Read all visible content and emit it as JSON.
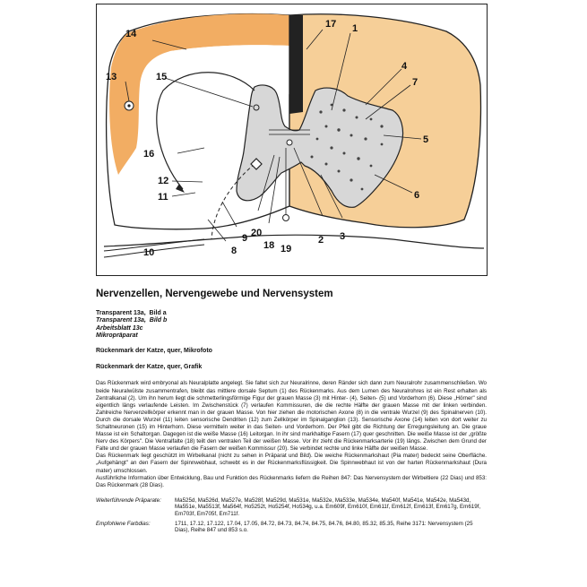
{
  "figure": {
    "labels": [
      "1",
      "2",
      "3",
      "4",
      "5",
      "6",
      "7",
      "8",
      "9",
      "10",
      "11",
      "12",
      "13",
      "14",
      "15",
      "16",
      "17",
      "18",
      "19",
      "20"
    ]
  },
  "title": "Nervenzellen, Nervengewebe und Nervensystem",
  "transparents": [
    {
      "lead": "Transparent 13a,",
      "rest": "Bild a",
      "style": "b"
    },
    {
      "lead": "Transparent 13a,",
      "rest": "Bild b",
      "style": "bi"
    },
    {
      "lead": "Arbeitsblatt 13c",
      "rest": "",
      "style": "bi"
    },
    {
      "lead": "Mikropräparat",
      "rest": "",
      "style": "bi"
    }
  ],
  "subtitles": [
    "Rückenmark der Katze, quer, Mikrofoto",
    "Rückenmark der Katze, quer, Grafik"
  ],
  "body": [
    "Das Rückenmark wird embryonal als Neuralplatte angelegt. Sie faltet sich zur Neuralrinne, deren Ränder sich dann zum Neuralrohr zusammenschließen. Wo beide Neuralwülste zusammentrafen, bleibt das mittlere dorsale Septum (1) des Rückenmarks. Aus dem Lumen des Neuralrohres ist ein Rest erhalten als Zentralkanal (2). Um ihn herum liegt die schmetterlingsförmige Figur der grauen Masse (3) mit Hinter- (4), Seiten- (5) und Vorderhorn (6). Diese „Hörner\" sind eigentlich längs verlaufende Leisten. Im Zwischenstück (7) verlaufen Kommissuren, die die rechte Hälfte der grauen Masse mit der linken verbinden. Zahlreiche Nervenzellkörper erkennt man in der grauen Masse. Von hier ziehen die motorischen Axone (8) in die ventrale Wurzel (9) des Spinalnerven (10). Durch die dorsale Wurzel (11) leiten sensorische Dendriten (12) zum Zellkörper im Spinalganglion (13). Sensorische Axone (14) leiten von dort weiter zu Schaltneuronen (15) im Hinterhorn. Diese vermitteln weiter in das Seiten- und Vorderhorn. Der Pfeil gibt die Richtung der Erregungsleitung an. Die graue Masse ist ein Schaltorgan. Dagegen ist die weiße Masse (16) Leitorgan. In ihr sind markhaltige Fasern (17) quer geschnitten. Die weiße Masse ist der „größte Nerv des Körpers\". Die Ventralfalte (18) teilt den ventralen Teil der weißen Masse. Vor ihr zieht die Rückenmarksarterie (19) längs. Zwischen dem Grund der Falte und der grauen Masse verlaufen die Fasern der weißen Kommissur (20). Sie verbindet rechte und linke Hälfte der weißen Masse.",
    "Das Rückenmark liegt geschützt im Wirbelkanal (nicht zu sehen in Präparat und Bild). Die weiche Rückenmarkshaut (Pia mater) bedeckt seine Oberfläche. „Aufgehängt\" an den Fasern der Spinnwebhaut, schwebt es in der Rückenmarksflüssigkeit. Die Spinnwebhaut ist von der harten Rückenmarkshaut (Dura mater) umschlossen.",
    "Ausführliche Information über Entwicklung, Bau und Funktion des Rückenmarks liefern die Reihen 847: Das Nervensystem der Wirbeltiere (22 Dias) und 853: Das Rückenmark (28 Dias)."
  ],
  "footer": [
    {
      "label": "Weiterführende Präparate:",
      "value": "Ma525d, Ma526d, Ma527e, Ma528f, Ma529d, Ma531e, Ma532e, Ma533e, Ma534e, Ma540f, Ma541e, Ma542e, Ma543d, Ma551e, Ma5513f, Ma564f, Ho5252t, Ho5254f, Ho534g, u.a. Em609f, Em610f, Em611f, Em612f, Em613f, Em617g, Em619f, Em703f, Em705f, Em711f."
    },
    {
      "label": "Empfohlene Farbdias:",
      "value": "1711, 17.12, 17.122, 17.04, 17.05, 84.72, 84.73, 84.74, 84.75, 84.76, 84.80, 85.32, 85.35, Reihe 3171: Nervensystem (25 Dias), Reihe 847 und 853 s.o."
    }
  ],
  "colors": {
    "white_matter": "#f6cf98",
    "left_orange": "#f2ad63",
    "grey_matter": "#d7d7d7"
  }
}
